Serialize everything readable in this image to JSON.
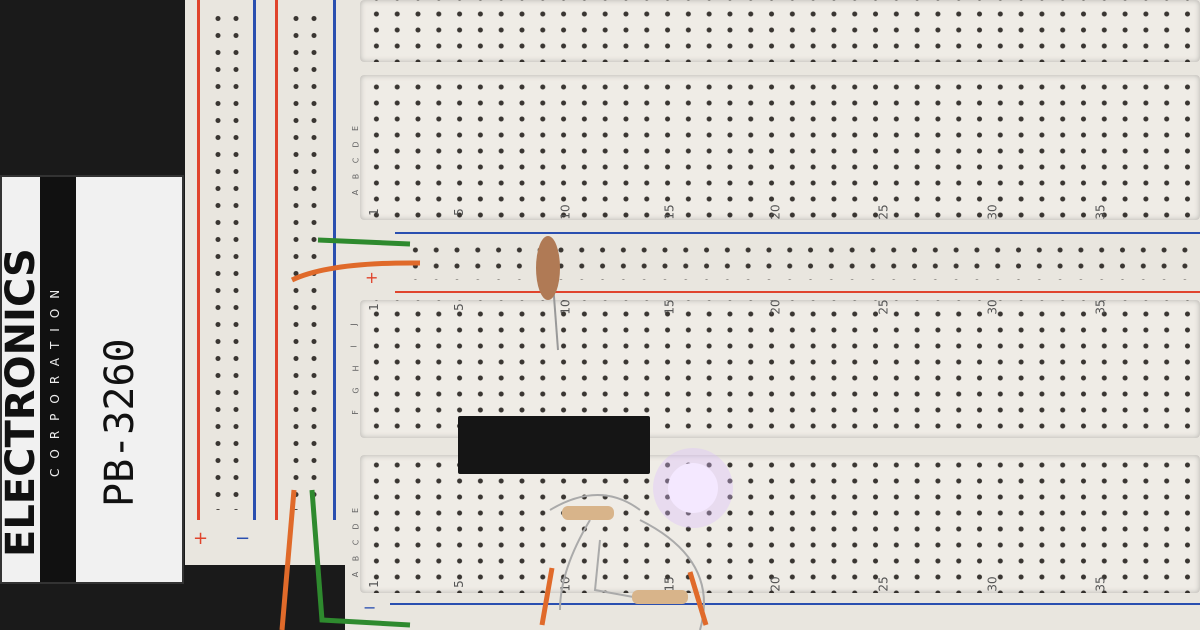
{
  "label": {
    "brand": "ELECTRONICS",
    "sub": "CORPORATION",
    "model": "PB-3260"
  },
  "board": {
    "column_numbers": [
      "1",
      "5",
      "10",
      "15",
      "20",
      "25",
      "30",
      "35"
    ],
    "rows_top": [
      "A",
      "B",
      "C",
      "D",
      "E"
    ],
    "rows_bottom": [
      "F",
      "G",
      "H",
      "I",
      "J"
    ],
    "rail_plus": "+",
    "rail_minus": "−"
  },
  "colors": {
    "rail_red": "#e0442c",
    "rail_blue": "#2a4fb0",
    "wire_green": "#2e8a2e",
    "wire_orange": "#e06a2a",
    "led": "#f4e8ff"
  }
}
